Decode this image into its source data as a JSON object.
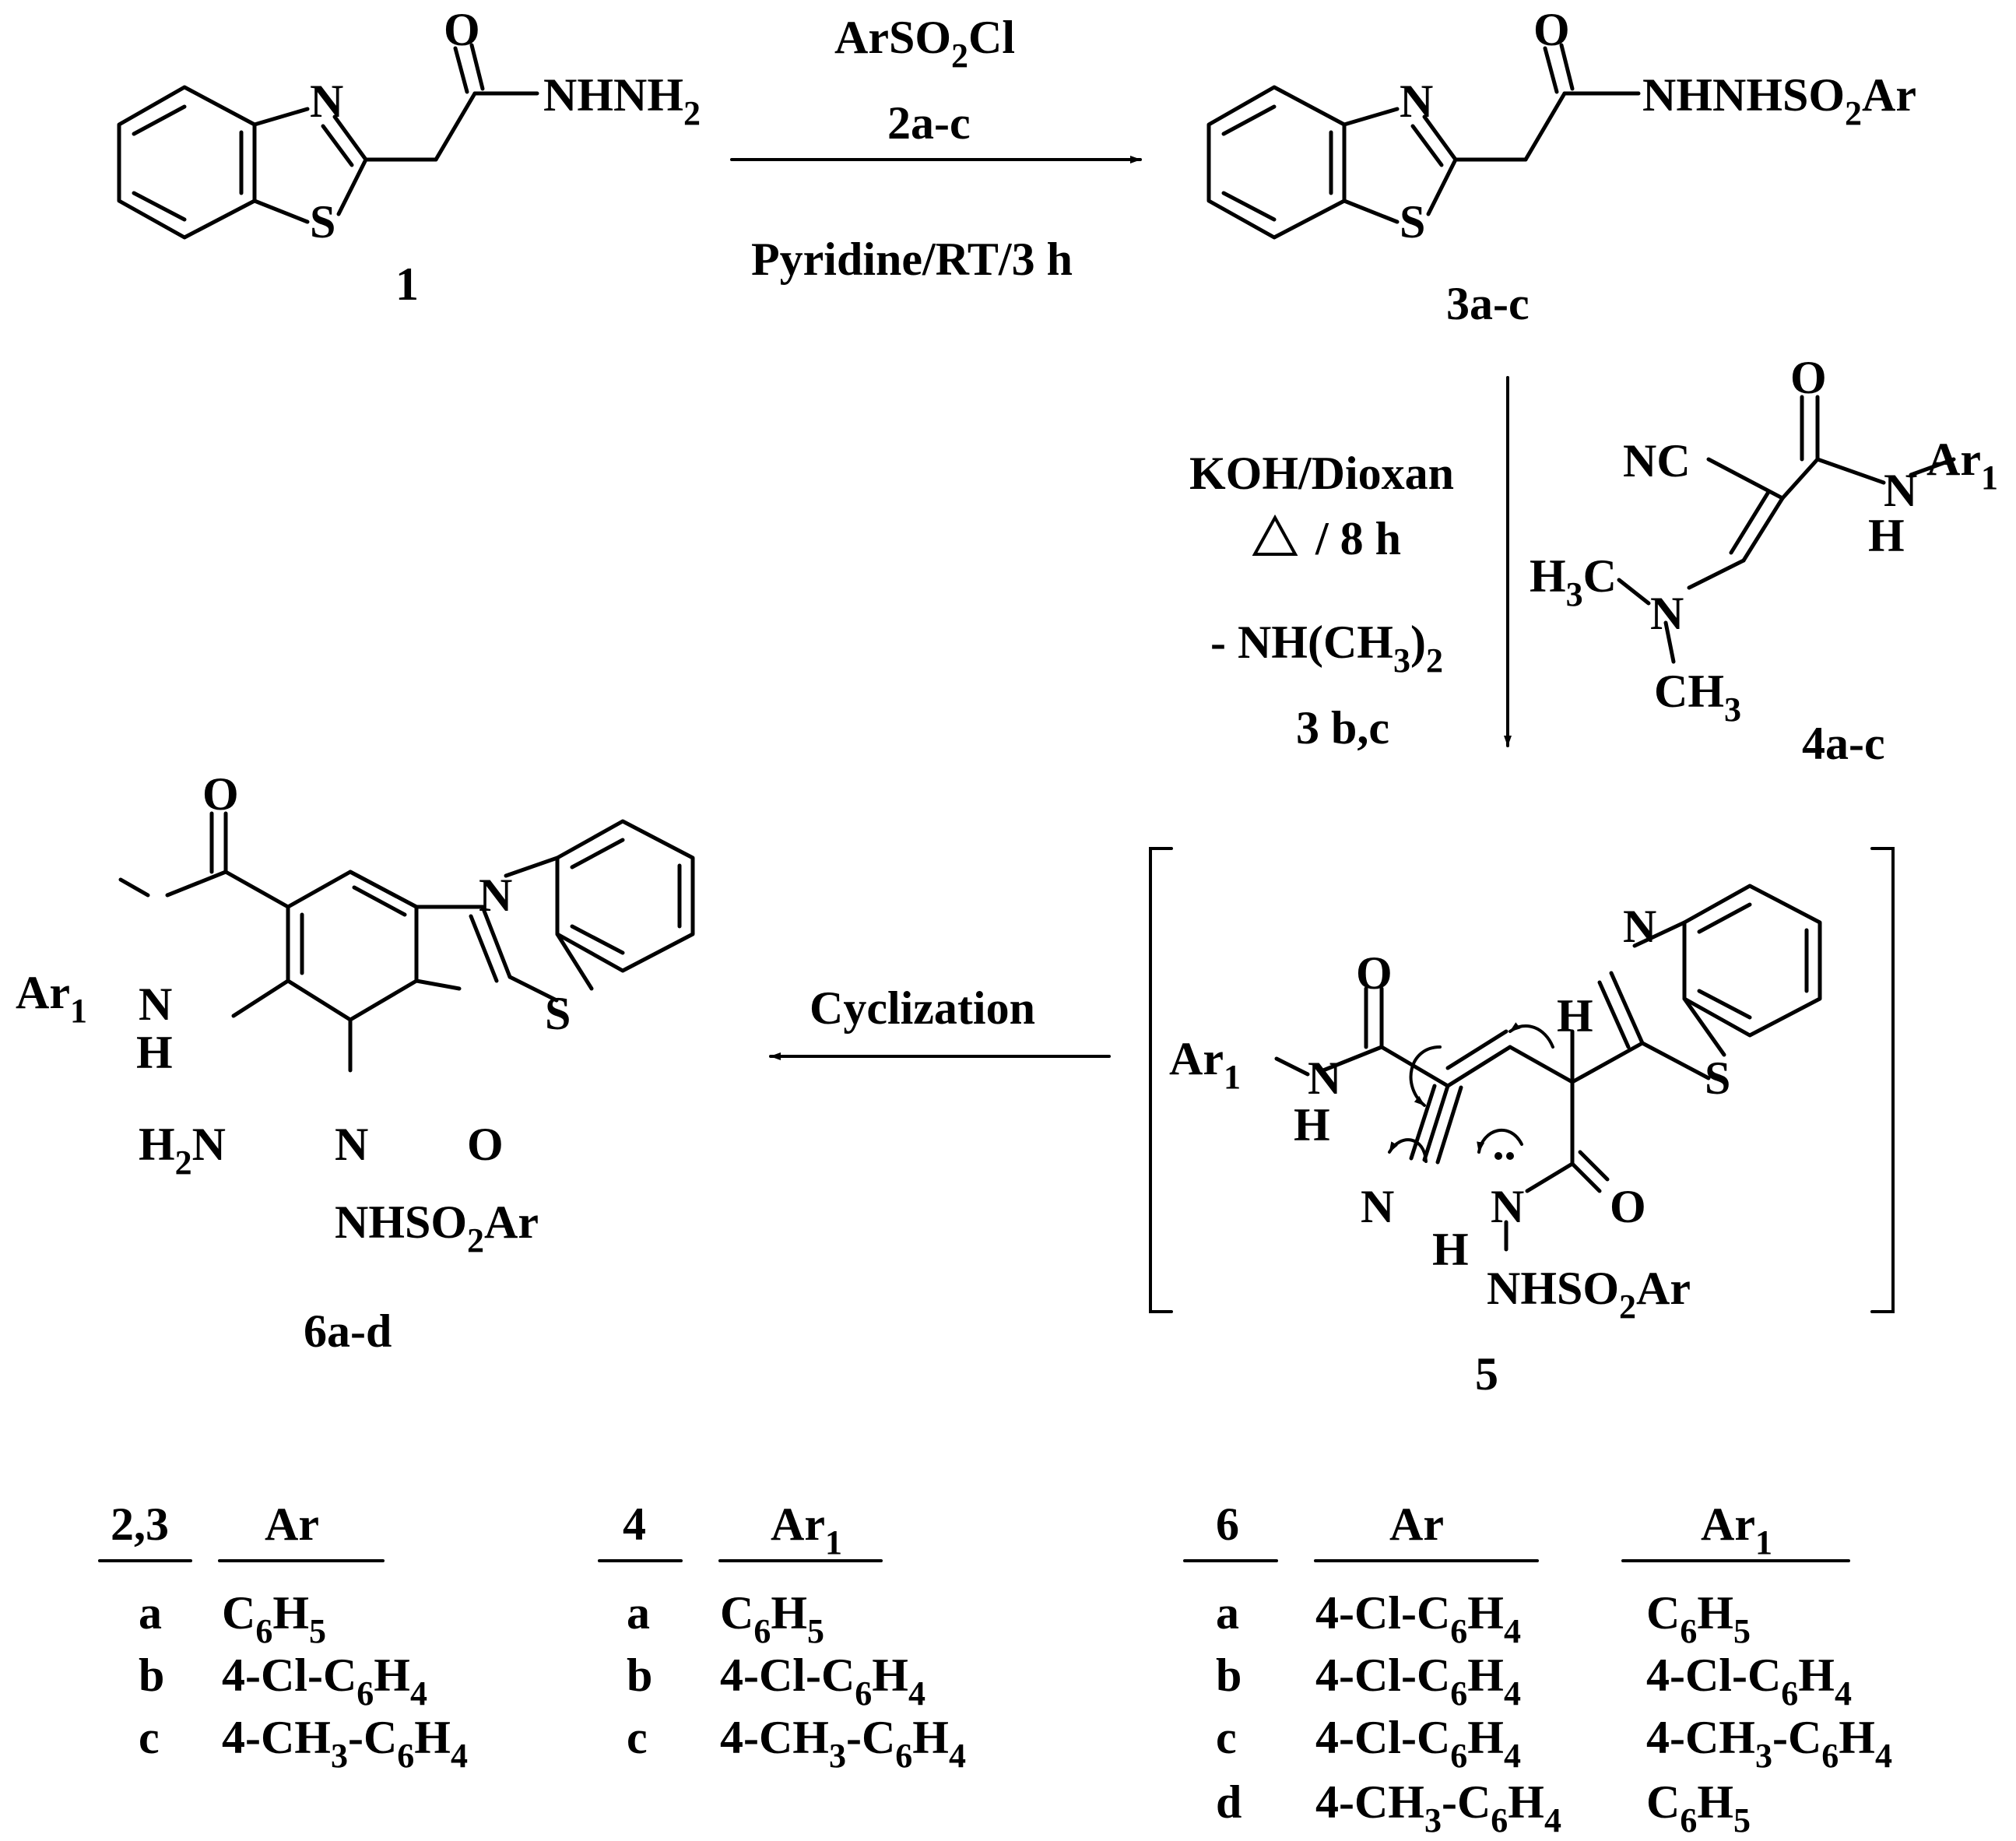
{
  "compound_1": {
    "atoms": {
      "N": "N",
      "S": "S",
      "O": "O",
      "group": "NHNH",
      "sub": "2"
    },
    "label": "1"
  },
  "reaction_1": {
    "reagent": "ArSO",
    "reagent_sub": "2",
    "reagent_end": "Cl",
    "reagent_code": "2a-c",
    "conditions": "Pyridine/RT/3 h"
  },
  "compound_3": {
    "atoms": {
      "N": "N",
      "S": "S",
      "O": "O",
      "group": "NHNHSO",
      "sub": "2",
      "group_end": "Ar"
    },
    "label": "3a-c"
  },
  "reaction_2": {
    "line1": "KOH/Dioxan",
    "line2": "/ 8 h",
    "line3_a": "- NH(CH",
    "line3_sub": "3",
    "line3_b": ")",
    "line3_sub2": "2",
    "line4": "3 b,c"
  },
  "compound_4": {
    "O": "O",
    "NC": "NC",
    "N": "N",
    "H": "H",
    "Ar": "Ar",
    "Ar_sub": "1",
    "H3C_a": "H",
    "H3C_sub": "3",
    "H3C_b": "C",
    "Nme": "N",
    "CH3_a": "CH",
    "CH3_sub": "3",
    "label": "4a-c"
  },
  "intermediate_5": {
    "O1": "O",
    "Ar": "Ar",
    "Ar_sub": "1",
    "N1": "N",
    "H1": "H",
    "H2": "H",
    "N2": "N",
    "S": "S",
    "Ncn": "N",
    "Nhz": "N",
    "Hhz": "H",
    "O2": "O",
    "grp_a": "NHSO",
    "grp_sub": "2",
    "grp_b": "Ar",
    "label": "5"
  },
  "reaction_3": {
    "label": "Cyclization"
  },
  "compound_6": {
    "O1": "O",
    "Ar": "Ar",
    "Ar_sub": "1",
    "N1": "N",
    "H1": "H",
    "N2": "N",
    "S": "S",
    "H2N_a": "H",
    "H2N_sub": "2",
    "H2N_b": "N",
    "Nring": "N",
    "O2": "O",
    "grp_a": "NHSO",
    "grp_sub": "2",
    "grp_b": "Ar",
    "label": "6a-d"
  },
  "table_23": {
    "col_head": "2,3",
    "ar_head": "Ar",
    "rows": [
      {
        "k": "a",
        "v": "C6H5"
      },
      {
        "k": "b",
        "v": "4-Cl-C6H4"
      },
      {
        "k": "c",
        "v": "4-CH3-C6H4"
      }
    ]
  },
  "table_4": {
    "col_head": "4",
    "ar_head": "Ar",
    "ar_sub": "1",
    "rows": [
      {
        "k": "a",
        "v": "C6H5"
      },
      {
        "k": "b",
        "v": "4-Cl-C6H4"
      },
      {
        "k": "c",
        "v": "4-CH3-C6H4"
      }
    ]
  },
  "table_6": {
    "col_head": "6",
    "ar_head": "Ar",
    "ar1_head": "Ar",
    "ar1_sub": "1",
    "rows": [
      {
        "k": "a",
        "v1": "4-Cl-C6H4",
        "v2": "C6H5"
      },
      {
        "k": "b",
        "v1": "4-Cl-C6H4",
        "v2": "4-Cl-C6H4"
      },
      {
        "k": "c",
        "v1": "4-Cl-C6H4",
        "v2": "4-CH3-C6H4"
      },
      {
        "k": "d",
        "v1": "4-CH3-C6H4",
        "v2": "C6H5"
      }
    ]
  }
}
